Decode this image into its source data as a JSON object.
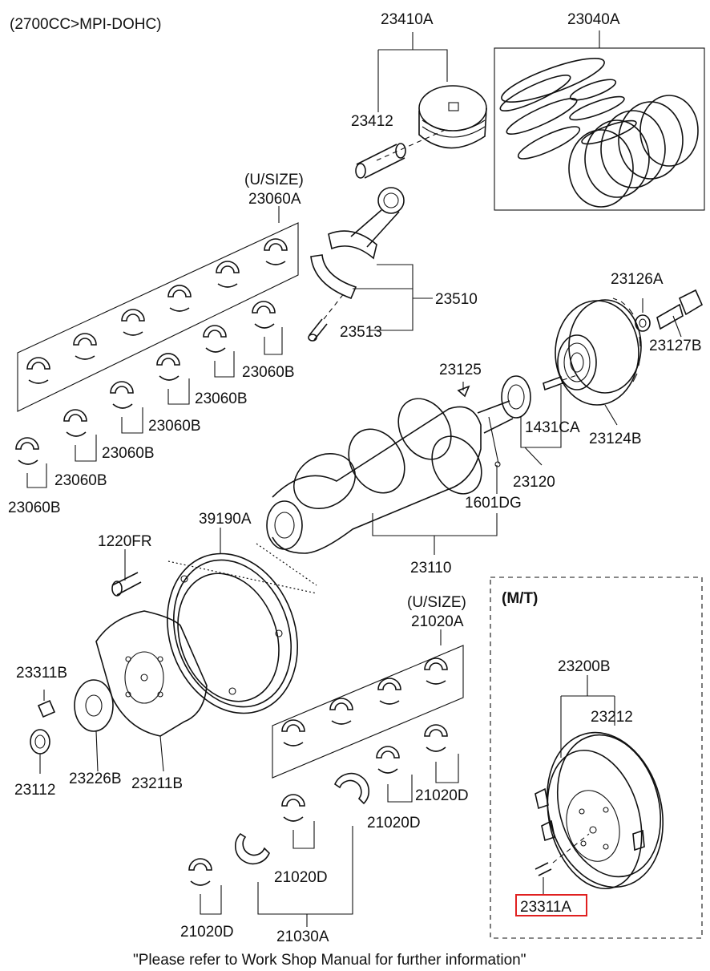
{
  "header": {
    "engine_spec": "(2700CC>MPI-DOHC)"
  },
  "parts": {
    "piston_assy": "23410A",
    "ring_set": "23040A",
    "piston_pin": "23412",
    "main_bearing_upper_usize_note": "(U/SIZE)",
    "main_bearing_upper_set": "23060A",
    "conrod_assy": "23510",
    "conrod_bolt": "23513",
    "crank_pulley_washer": "23126A",
    "crank_pulley_bolt": "23127B",
    "key_23125": "23125",
    "conrod_bearing_b1": "23060B",
    "conrod_bearing_b2": "23060B",
    "conrod_bearing_b3": "23060B",
    "conrod_bearing_b4": "23060B",
    "conrod_bearing_b5": "23060B",
    "conrod_bearing_b6": "23060B",
    "pin_1431ca": "1431CA",
    "damper_pulley": "23124B",
    "sprocket_assy": "23120",
    "plug_1601dg": "1601DG",
    "crankshaft": "23110",
    "ring_gear": "39190A",
    "bolt_1220fr": "1220FR",
    "thrust_usize_note": "(U/SIZE)",
    "thrust_bearing_set": "21020A",
    "flywheel_bolt_b": "23311B",
    "bushing": "23112",
    "adapter_plate": "23226B",
    "drive_plate": "23211B",
    "main_bearing_d1": "21020D",
    "main_bearing_d2": "21020D",
    "main_bearing_d3": "21020D",
    "main_bearing_d4": "21020D",
    "thrust_washer": "21030A",
    "mt_title": "(M/T)",
    "flywheel_assy": "23200B",
    "flywheel_ring": "23212",
    "flywheel_bolt_a": "23311A"
  },
  "footer": {
    "note": "\"Please refer to Work Shop Manual for further information\""
  },
  "colors": {
    "line": "#111111",
    "highlight": "#e02020",
    "background": "#ffffff"
  }
}
